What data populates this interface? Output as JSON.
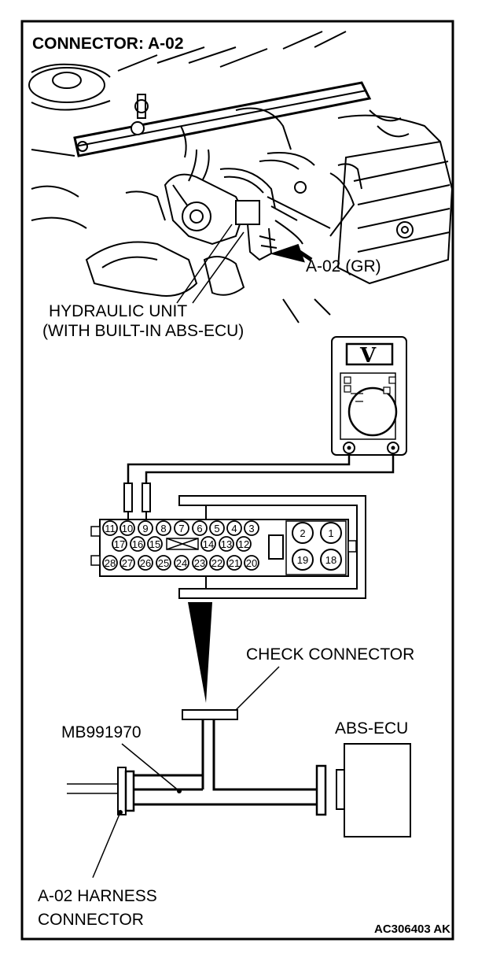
{
  "title": "CONNECTOR: A-02",
  "labels": {
    "connector_arrow": "A-02 (GR)",
    "hydraulic_line1": "HYDRAULIC UNIT",
    "hydraulic_line2": "(WITH BUILT-IN ABS-ECU)",
    "check_connector": "CHECK CONNECTOR",
    "tool": "MB991970",
    "abs_ecu": "ABS-ECU",
    "harness_line1": "A-02 HARNESS",
    "harness_line2": "CONNECTOR",
    "figure_code": "AC306403 AK"
  },
  "meter": {
    "display": "V"
  },
  "connector_pins": {
    "row1": [
      "11",
      "10",
      "9",
      "8",
      "7",
      "6",
      "5",
      "4",
      "3"
    ],
    "row2": [
      "17",
      "16",
      "15",
      "14",
      "13",
      "12"
    ],
    "row3": [
      "28",
      "27",
      "26",
      "25",
      "24",
      "23",
      "22",
      "21",
      "20"
    ],
    "large": [
      "2",
      "1",
      "19",
      "18"
    ]
  },
  "probe_pins": [
    "10",
    "9"
  ]
}
